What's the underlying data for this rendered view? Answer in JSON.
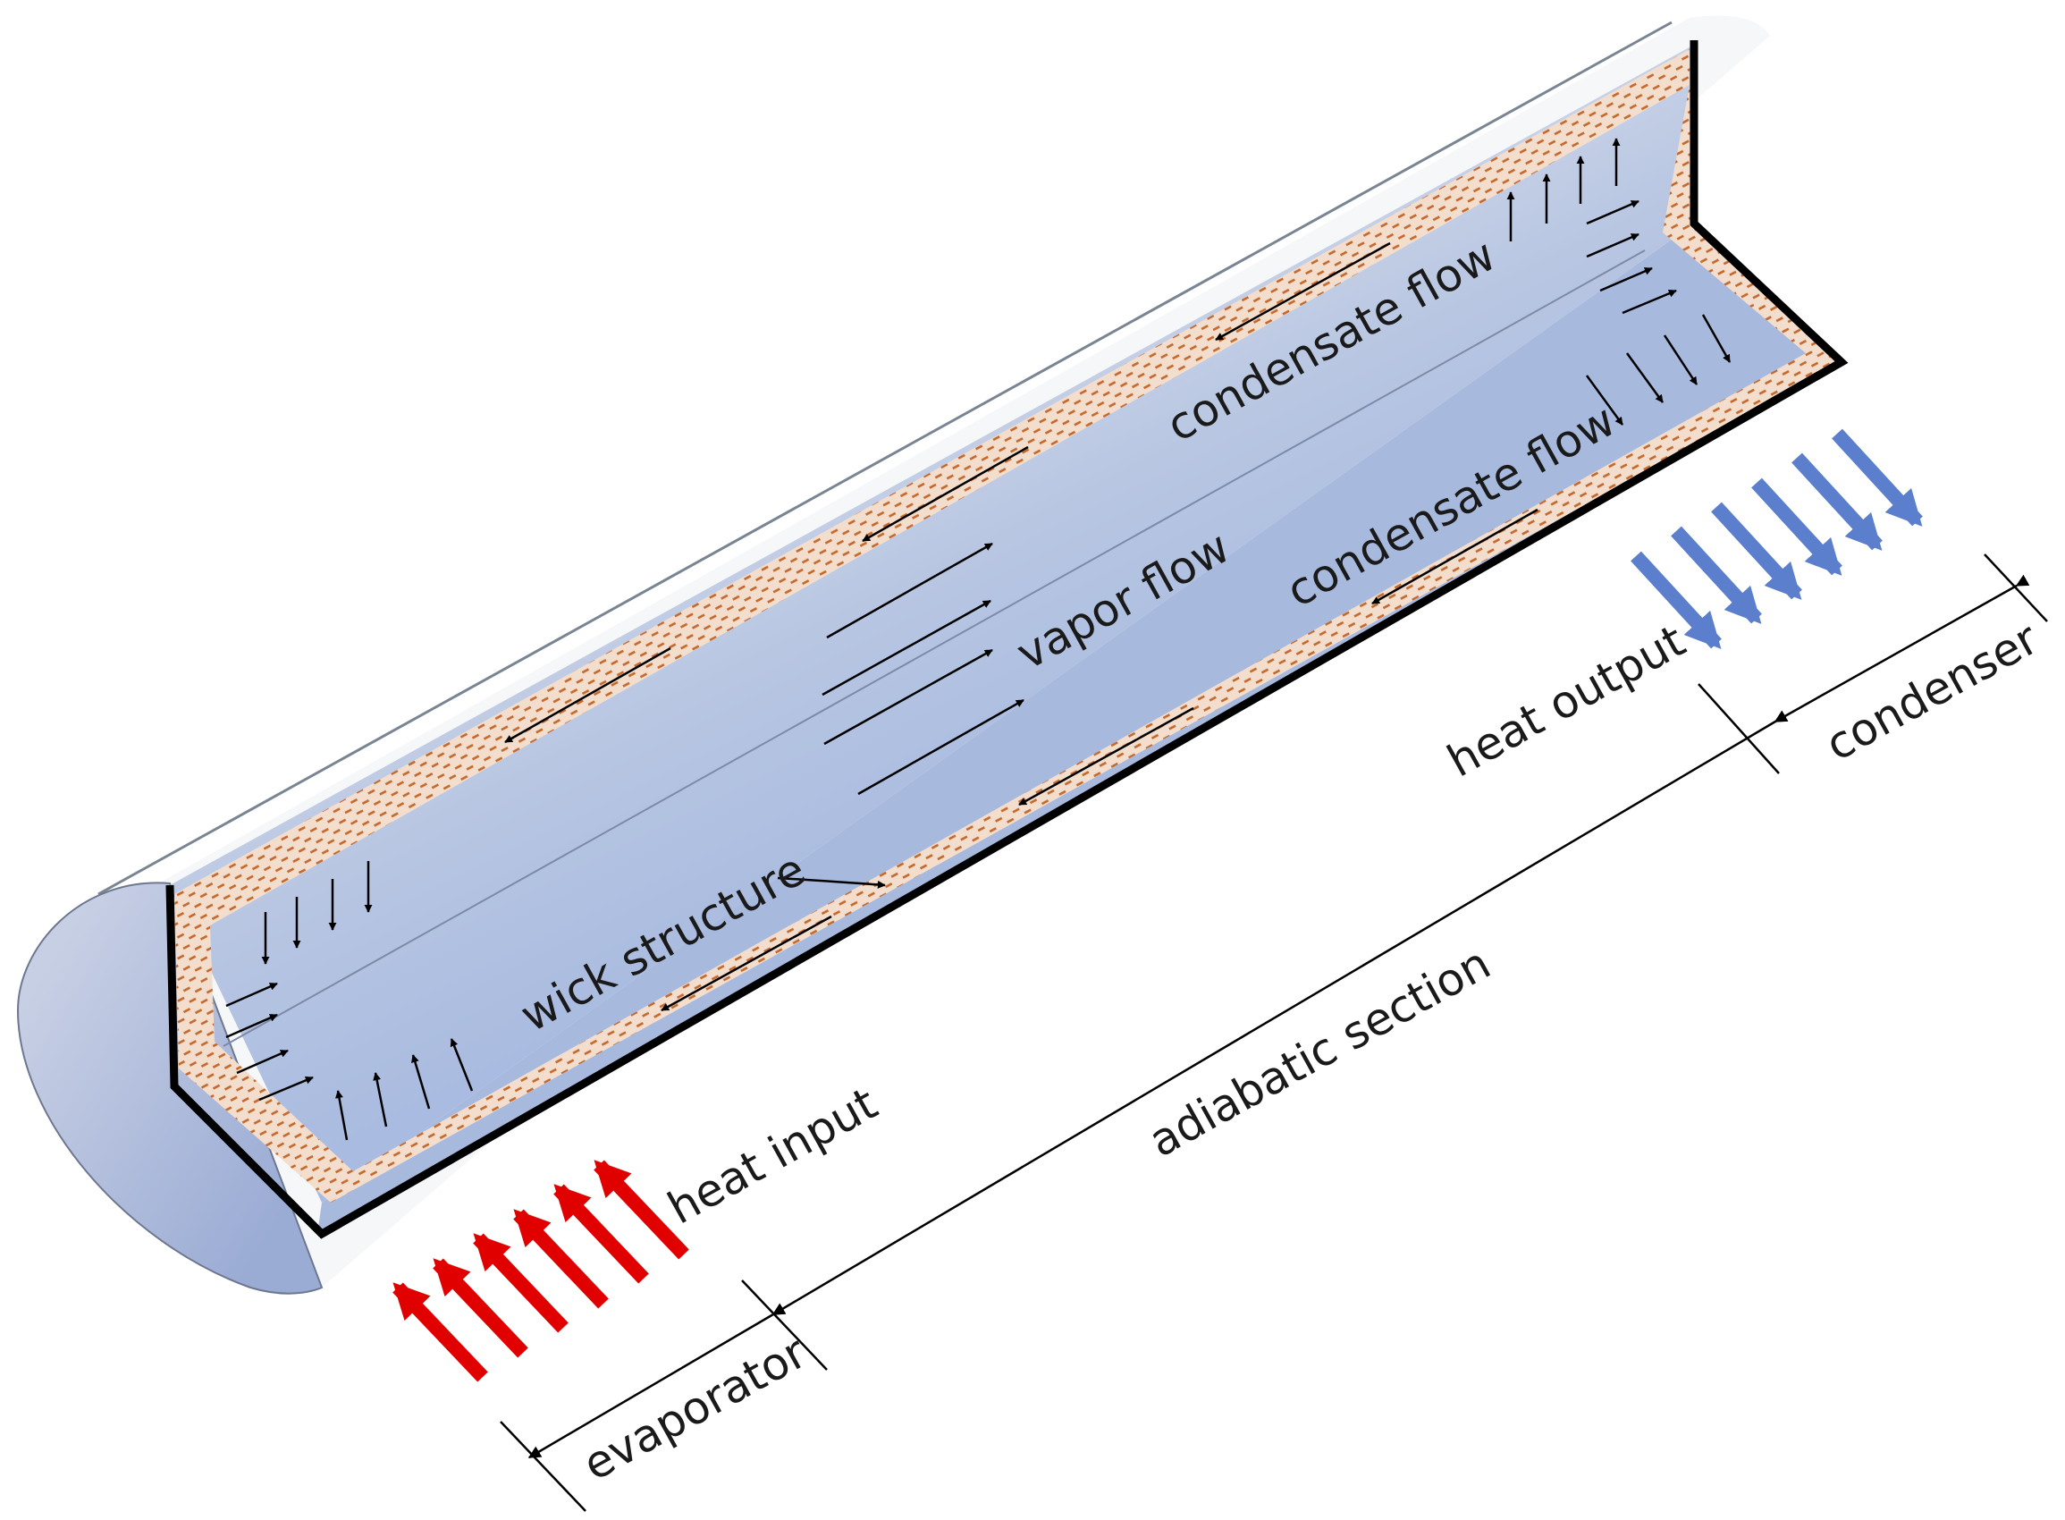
{
  "labels": {
    "condensate_flow_top": "condensate flow",
    "condensate_flow_bottom": "condensate flow",
    "vapor_flow": "vapor flow",
    "wick_structure": "wick structure",
    "heat_input": "heat input",
    "heat_output": "heat output",
    "adiabatic_section": "adiabatic section",
    "evaporator": "evaporator",
    "condenser": "condenser"
  },
  "colors": {
    "heat_input_arrow": "#e00000",
    "heat_output_arrow": "#5b7fcc",
    "wick": "#c8733a",
    "wick_fill": "#f2dccb",
    "wall": "#000000"
  }
}
